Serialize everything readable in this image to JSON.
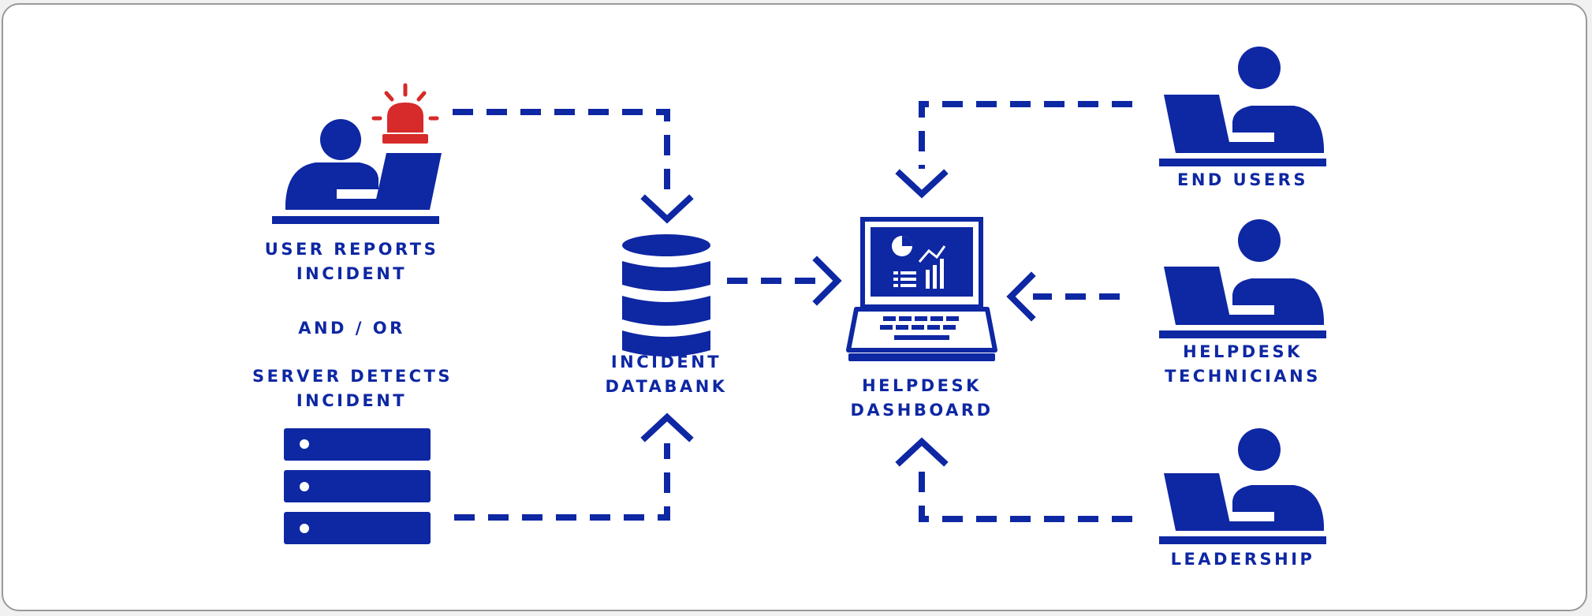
{
  "labels": {
    "user_reports": [
      "USER REPORTS",
      "INCIDENT"
    ],
    "and_or": "AND / OR",
    "server_detects": [
      "SERVER DETECTS",
      "INCIDENT"
    ],
    "databank": [
      "INCIDENT",
      "DATABANK"
    ],
    "dashboard": [
      "HELPDESK",
      "DASHBOARD"
    ],
    "end_users": "END USERS",
    "technicians": [
      "HELPDESK",
      "TECHNICIANS"
    ],
    "leadership": "LEADERSHIP"
  },
  "colors": {
    "primary": "#0e27a3",
    "alert": "#d72a2a",
    "background": "#ffffff",
    "border": "#9a9a9a"
  },
  "icons": [
    "alarm-icon",
    "user-at-laptop-icon",
    "server-rack-icon",
    "database-icon",
    "laptop-dashboard-icon",
    "user-at-laptop-icon"
  ]
}
